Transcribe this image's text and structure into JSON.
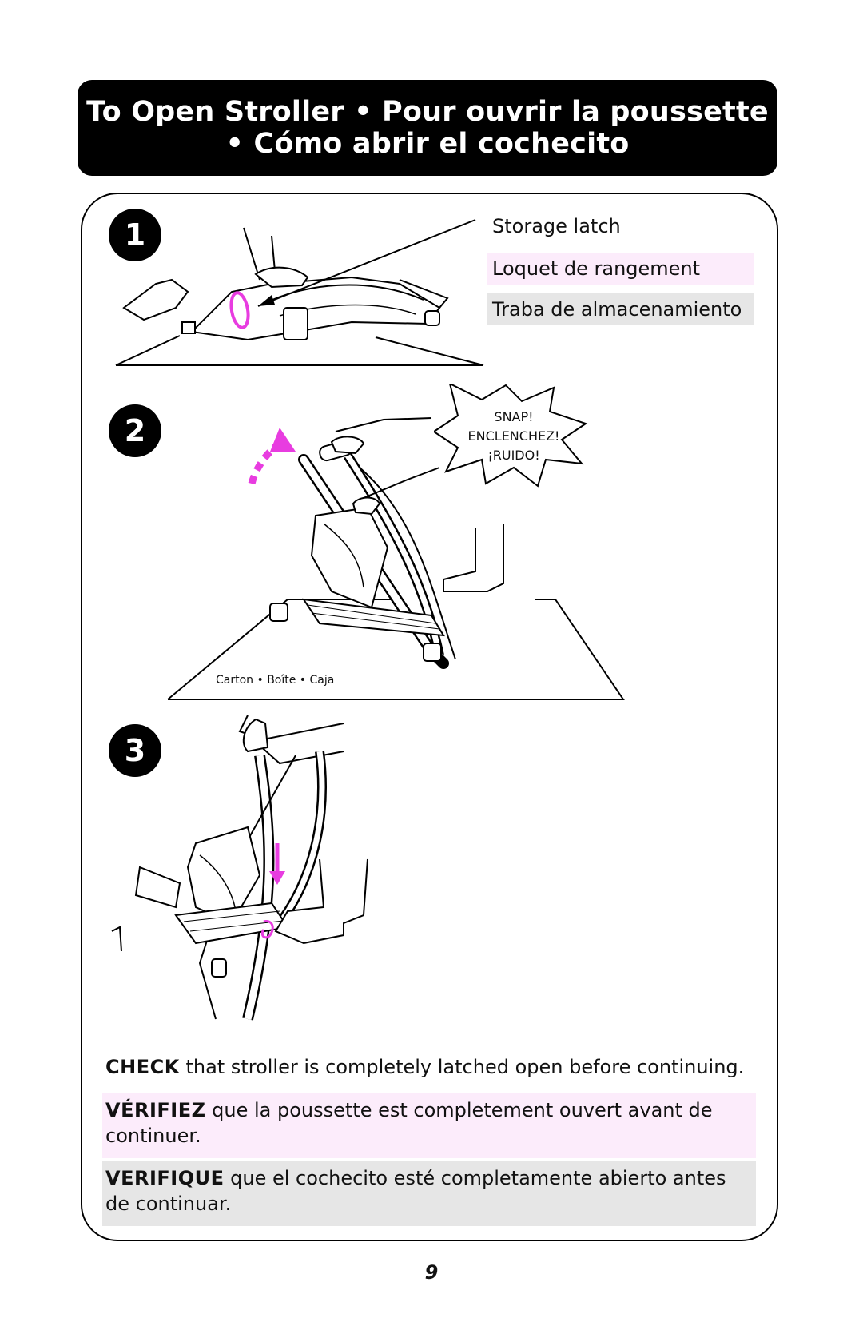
{
  "header": {
    "title_line1": "To Open Stroller • Pour ouvrir la poussette",
    "title_line2": "• Cómo abrir el cochecito"
  },
  "steps": {
    "step1": "1",
    "step2": "2",
    "step3": "3"
  },
  "step1": {
    "label_en": "Storage latch",
    "label_fr": "Loquet de rangement",
    "label_es": "Traba de almacenamiento"
  },
  "step2": {
    "snap_en": "SNAP!",
    "snap_fr": "ENCLENCHEZ!",
    "snap_es": "¡RUIDO!",
    "carton": "Carton  •  Boîte  •  Caja"
  },
  "check": {
    "en_bold": "CHECK",
    "en_text": " that stroller is completely latched open before continuing.",
    "fr_bold": "VÉRIFIEZ",
    "fr_text": " que la poussette est completement ouvert avant de continuer.",
    "es_bold": "VERIFIQUE",
    "es_text": " que el cochecito esté completamente abierto antes de continuar."
  },
  "page_number": "9",
  "colors": {
    "accent_magenta": "#e83ce0",
    "pink_bg": "#fcecfb",
    "gray_bg": "#e6e6e6"
  }
}
